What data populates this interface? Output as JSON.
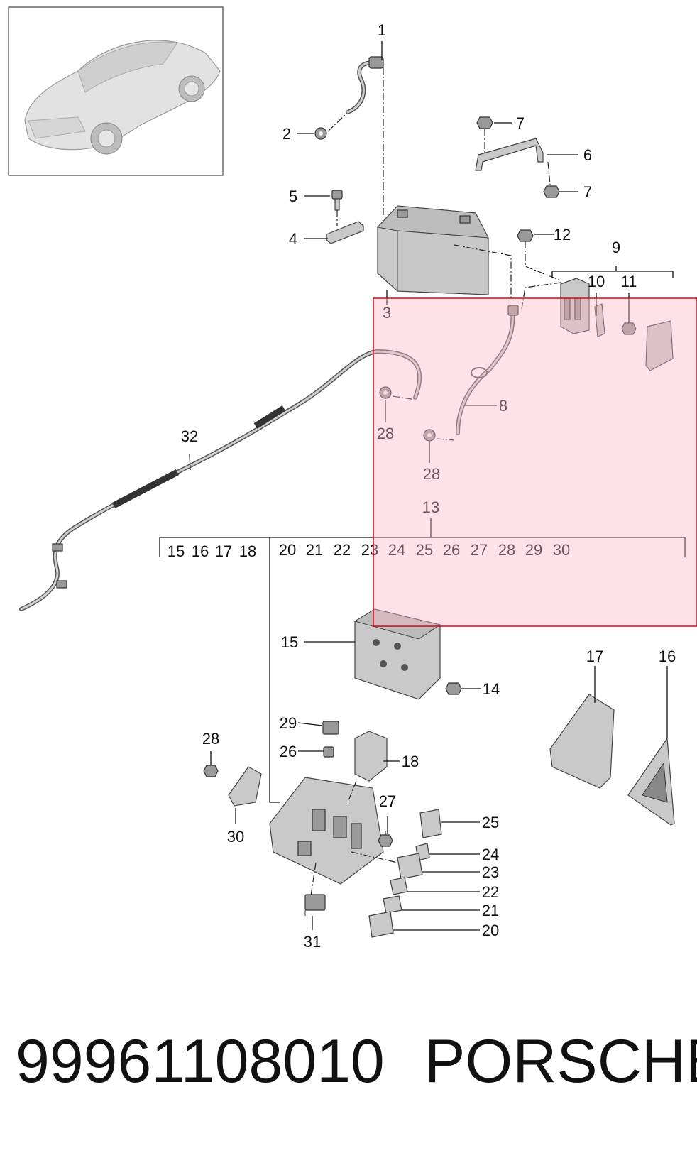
{
  "callouts": {
    "c1": "1",
    "c2": "2",
    "c3": "3",
    "c4": "4",
    "c5": "5",
    "c6": "6",
    "c7a": "7",
    "c7b": "7",
    "c8": "8",
    "c9": "9",
    "c10": "10",
    "c11": "11",
    "c12": "12",
    "c13": "13",
    "c14": "14",
    "c15": "15",
    "c16": "16",
    "c17": "17",
    "c18": "18",
    "c20": "20",
    "c21": "21",
    "c22": "22",
    "c23": "23",
    "c24": "24",
    "c25": "25",
    "c26": "26",
    "c27": "27",
    "c28a": "28",
    "c28b": "28",
    "c28c": "28",
    "c29": "29",
    "c30": "30",
    "c31": "31",
    "c32": "32"
  },
  "group_labels": {
    "g15": "15",
    "g16": "16",
    "g17": "17",
    "g18": "18",
    "g20": "20",
    "g21": "21",
    "g22": "22",
    "g23": "23",
    "g24": "24",
    "g25": "25",
    "g26": "26",
    "g27": "27",
    "g28": "28",
    "g29": "29",
    "g30": "30"
  },
  "footer": {
    "part_number": "99961108010",
    "brand": "PORSCHE"
  },
  "colors": {
    "highlight_fill": "#ffb6c4",
    "highlight_border": "#e0001a",
    "ink": "#111111"
  }
}
